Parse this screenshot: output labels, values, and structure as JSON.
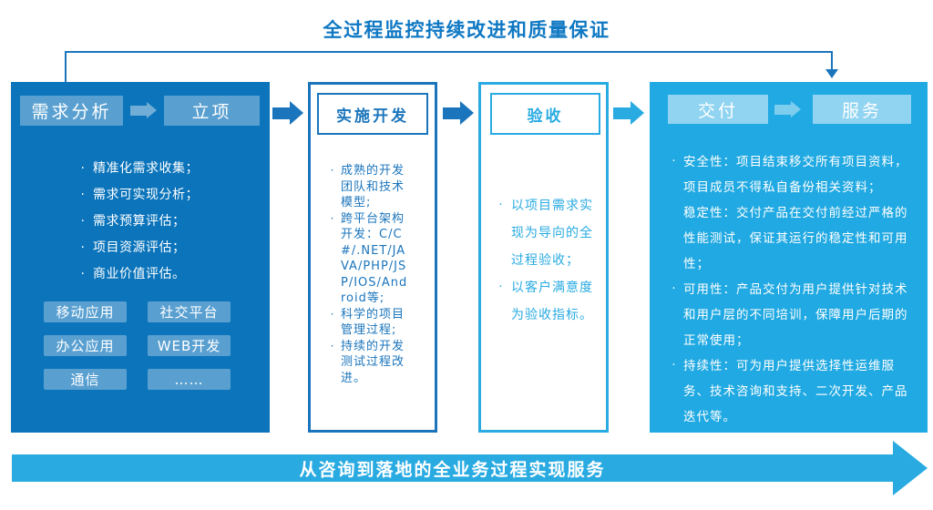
{
  "colors": {
    "title_blue": "#0f78c3",
    "dark_blue": "#1b75bc",
    "panel_blue": "#0b74bb",
    "cyan": "#29abe2",
    "panel_cyan": "#20a9e2"
  },
  "ui": {
    "bullet_char": "·"
  },
  "icons": {
    "flow_arrow": "block-arrow-right",
    "bracket": "down-arrow-bracket"
  },
  "title": "全过程监控持续改进和质量保证",
  "stages": {
    "requirements": {
      "tab1": "需求分析",
      "tab2": "立项",
      "bullets": [
        "精准化需求收集；",
        "需求可实现分析；",
        "需求预算评估；",
        "项目资源评估；",
        "商业价值评估。"
      ],
      "tags": [
        "移动应用",
        "社交平台",
        "办公应用",
        "WEB开发",
        "通信",
        "……"
      ]
    },
    "development": {
      "title": "实施开发",
      "bullets": [
        "成熟的开发团队和技术模型;",
        "跨平台架构开发：C/C#/.NET/JAVA/PHP/JSP/IOS/Android等;",
        "科学的项目管理过程;",
        "持续的开发测试过程改进。"
      ]
    },
    "acceptance": {
      "title": "验收",
      "bullets": [
        "以项目需求实现为导向的全过程验收；",
        "以客户满意度为验收指标。"
      ]
    },
    "delivery": {
      "tab1": "交付",
      "tab2": "服务",
      "bullets": [
        {
          "marker": true,
          "text": "安全性：项目结束移交所有项目资料，项目成员不得私自备份相关资料；"
        },
        {
          "marker": false,
          "text": "稳定性：交付产品在交付前经过严格的性能测试，保证其运行的稳定性和可用性；"
        },
        {
          "marker": true,
          "text": "可用性：产品交付为用户提供针对技术和用户层的不同培训，保障用户后期的正常使用；"
        },
        {
          "marker": true,
          "text": "持续性：可为用户提供选择性运维服务、技术咨询和支持、二次开发、产品迭代等。"
        }
      ]
    }
  },
  "bottom_banner": "从咨询到落地的全业务过程实现服务"
}
